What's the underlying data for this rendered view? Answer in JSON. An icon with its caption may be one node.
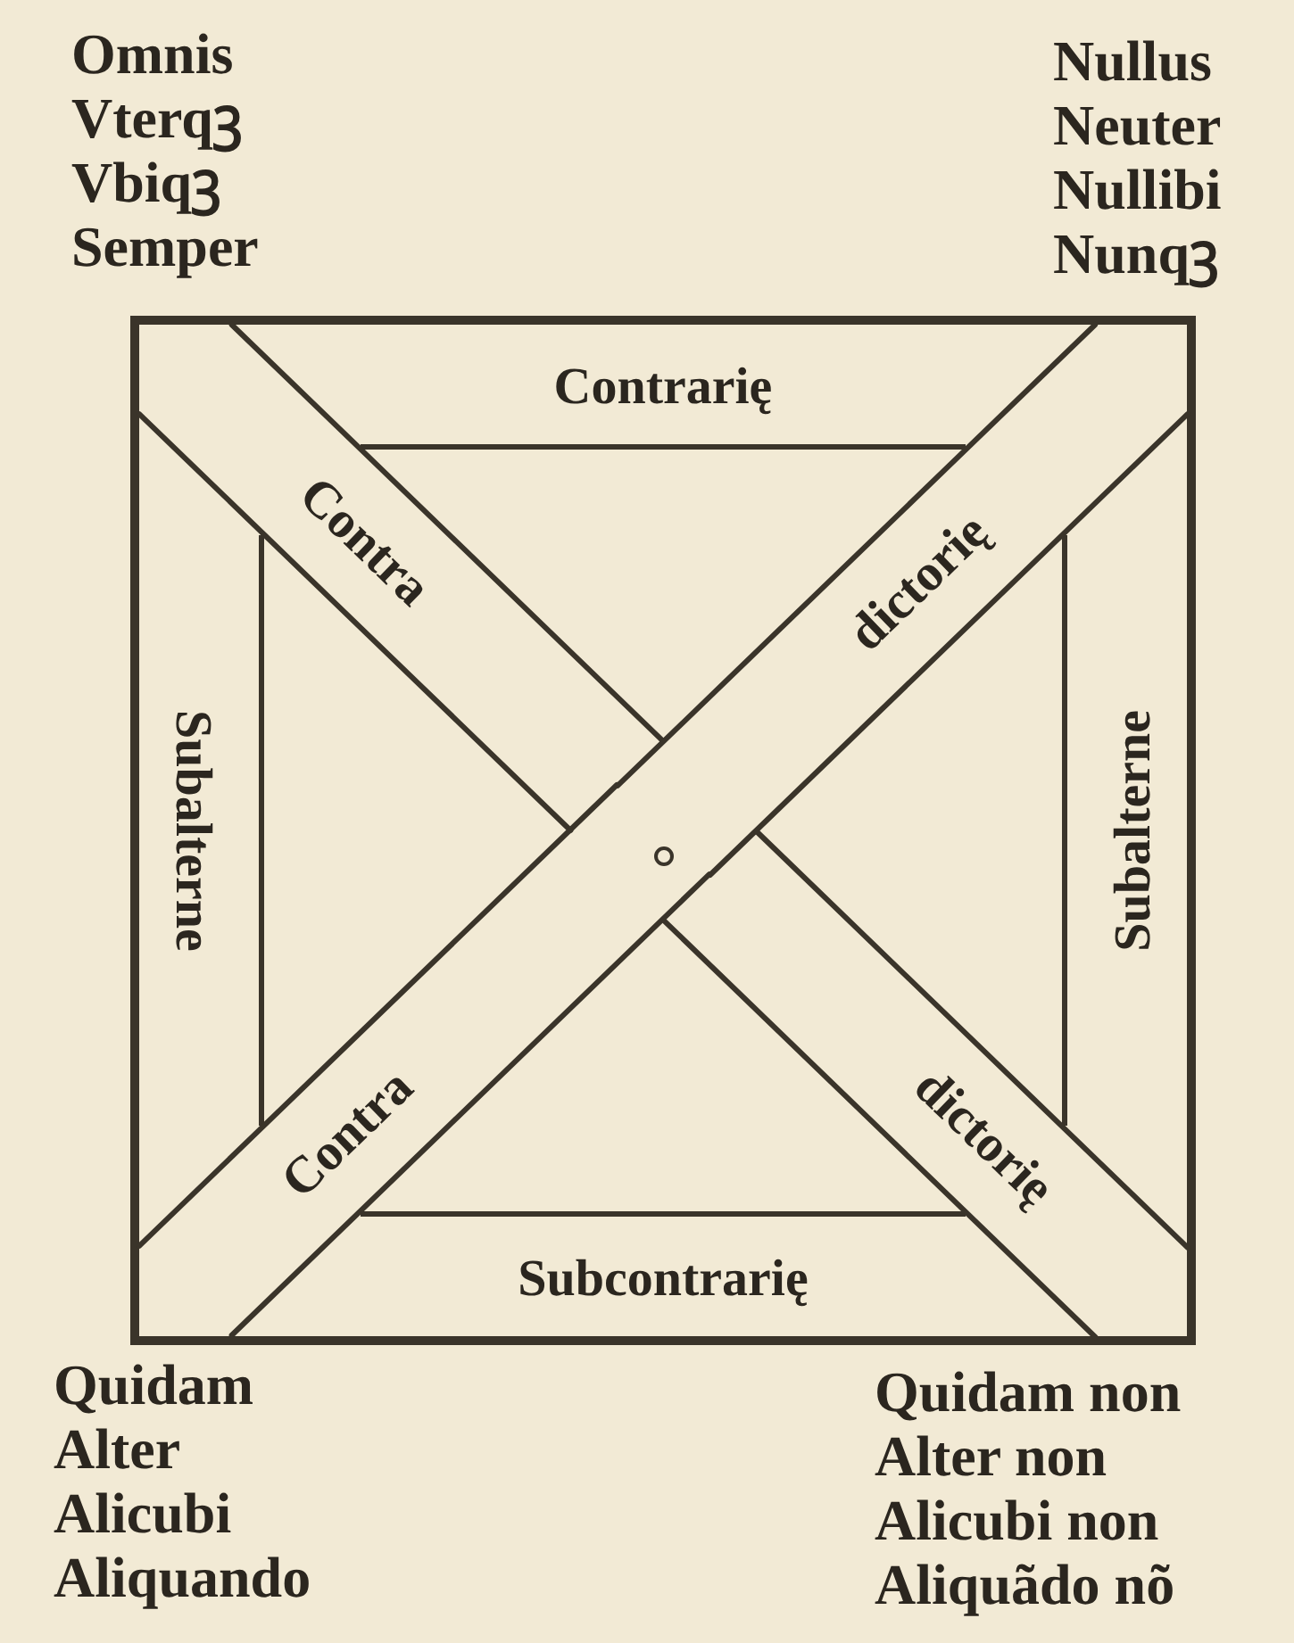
{
  "diagram": {
    "nodes": [
      {
        "text": [],
        "shape": "box"
      },
      {
        "text": [
          "Contrarię"
        ],
        "in": 0
      },
      {
        "text": [
          "Contra"
        ],
        "in": 0
      },
      {
        "text": [
          "dictorię"
        ],
        "in": 0
      },
      {
        "text": [
          "Subalterne"
        ],
        "in": 0
      },
      {
        "text": [
          "Subalterne"
        ],
        "in": 0
      },
      {
        "text": [
          "Contra"
        ],
        "in": 0
      },
      {
        "text": [
          "dictorię"
        ],
        "in": 0
      },
      {
        "text": [
          "Subcontrarię"
        ],
        "in": 0
      }
    ],
    "labels": [
      "Omnis",
      "Vterqꝫ",
      "Vbiqꝫ",
      "Semper",
      "Nullus",
      "Neuter",
      "Nullibi",
      "Nunqꝫ",
      "Quidam",
      "Alter",
      "Alicubi",
      "Aliquando",
      "Quidam non",
      "Alter non",
      "Alicubi non",
      "Aliquãdo nõ"
    ]
  }
}
